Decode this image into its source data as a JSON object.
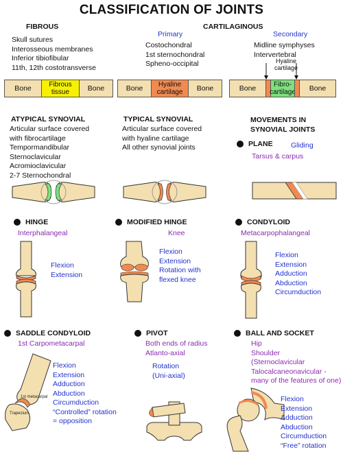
{
  "title": "CLASSIFICATION OF JOINTS",
  "fibrous": {
    "heading": "FIBROUS",
    "items": [
      "Skull sutures",
      "Interosseous membranes",
      "Inferior tibiofibular",
      "11th, 12th costotransverse"
    ],
    "bone_left": "Bone",
    "middle": [
      "Fibrous",
      "tissue"
    ],
    "bone_right": "Bone"
  },
  "cartilaginous": {
    "heading": "CARTILAGINOUS",
    "primary": {
      "label": "Primary",
      "items": [
        "Costochondral",
        "1st sternochondral",
        "Spheno-occipital"
      ],
      "bone_left": "Bone",
      "middle": [
        "Hyaline",
        "cartilage"
      ],
      "bone_right": "Bone"
    },
    "secondary": {
      "label": "Secondary",
      "items": [
        "Midline symphyses",
        "Intervertebral"
      ],
      "callout": [
        "Hyaline",
        "cartilage"
      ],
      "bone_left": "Bone",
      "middle": [
        "Fibro-",
        "cartilage"
      ],
      "bone_right": "Bone"
    }
  },
  "atypical": {
    "heading": "ATYPICAL SYNOVIAL",
    "items": [
      "Articular surface covered",
      "with fibrocartilage",
      "Tempormandibular",
      "Sternoclavicular",
      "Acromioclavicular",
      "2-7 Sternochondral"
    ]
  },
  "typical": {
    "heading": "TYPICAL SYNOVIAL",
    "items": [
      "Articular surface covered",
      "with hyaline cartilage",
      "All other synovial joints"
    ]
  },
  "movements": {
    "heading": [
      "MOVEMENTS IN",
      "SYNOVIAL JOINTS"
    ]
  },
  "plane": {
    "heading": "PLANE",
    "movement": "Gliding",
    "example": "Tarsus & carpus"
  },
  "hinge": {
    "heading": "HINGE",
    "example": "Interphalangeal",
    "movements": [
      "Flexion",
      "Extension"
    ]
  },
  "modified_hinge": {
    "heading": "MODIFIED HINGE",
    "example": "Knee",
    "movements": [
      "Flexion",
      "Extension",
      "Rotation with",
      "flexed knee"
    ]
  },
  "condyloid": {
    "heading": "CONDYLOID",
    "example": "Metacarpophalangeal",
    "movements": [
      "Flexion",
      "Extension",
      "Adduction",
      "Abduction",
      "Circumduction"
    ]
  },
  "saddle": {
    "heading": "SADDLE CONDYLOID",
    "example": "1st Carpometacarpal",
    "img_labels": [
      "1st metacarpal",
      "Trapezium"
    ],
    "movements": [
      "Flexion",
      "Extension",
      "Adduction",
      "Abduction",
      "Circumduction",
      "“Controlled” rotation",
      "= opposition"
    ]
  },
  "pivot": {
    "heading": "PIVOT",
    "examples": [
      "Both ends of radius",
      "Atlanto-axial"
    ],
    "movements": [
      "Rotation",
      "(Uni-axial)"
    ]
  },
  "ball": {
    "heading": "BALL AND SOCKET",
    "examples": [
      "Hip",
      "Shoulder",
      "(Sternoclavicular",
      "Talocalcaneonavicular -",
      "many of  the features of one)"
    ],
    "movements": [
      "Flexion",
      "Extension",
      "Adduction",
      "Abduction",
      "Circumduction",
      "“Free” rotation"
    ]
  },
  "colors": {
    "bone": "#f3dfb0",
    "fibrous": "#f7f000",
    "hyaline": "#f08a50",
    "fibrocartilage": "#7ee07e",
    "text_blue": "#2233cc",
    "text_purple": "#8a2ab0"
  }
}
